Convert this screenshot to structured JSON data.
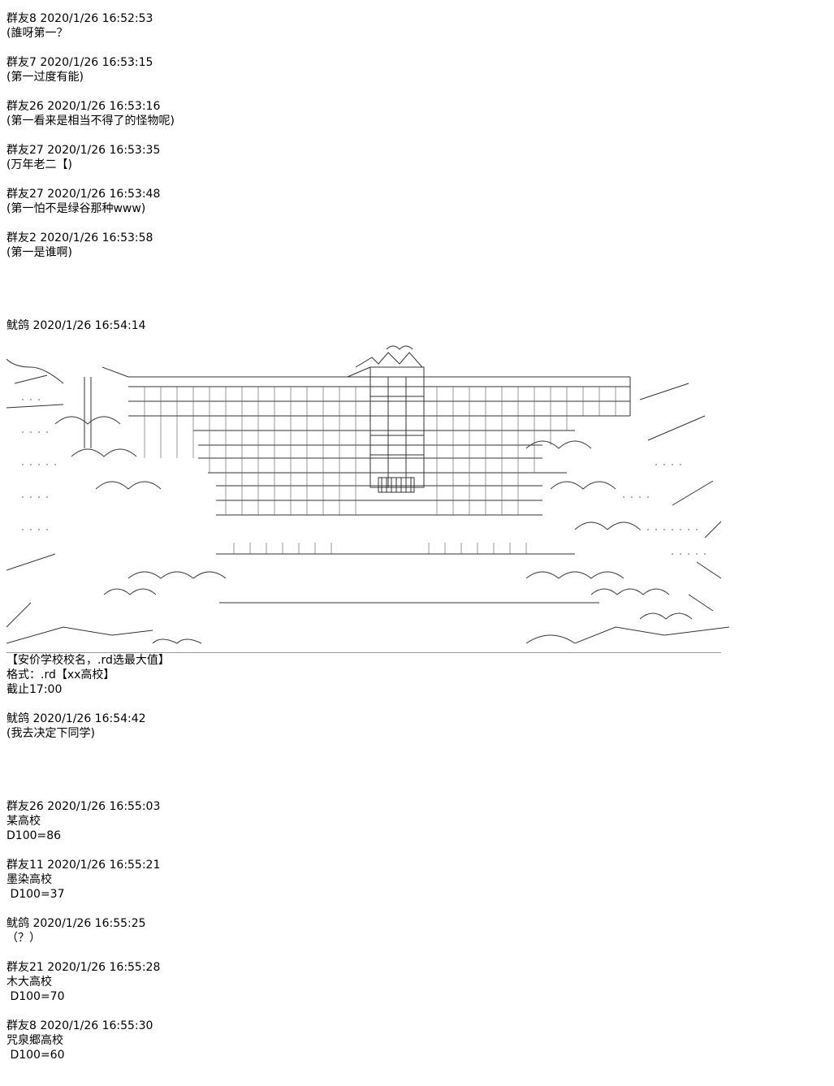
{
  "messages": [
    {
      "header": "群友8 2020/1/26 16:52:53",
      "lines": [
        "(誰呀第一？"
      ]
    },
    {
      "header": "群友7 2020/1/26 16:53:15",
      "lines": [
        "(第一过度有能)"
      ]
    },
    {
      "header": "群友26 2020/1/26 16:53:16",
      "lines": [
        "(第一看来是相当不得了的怪物呢)"
      ]
    },
    {
      "header": "群友27 2020/1/26 16:53:35",
      "lines": [
        "(万年老二【)"
      ]
    },
    {
      "header": "群友27 2020/1/26 16:53:48",
      "lines": [
        "(第一怕不是绿谷那种www)"
      ]
    },
    {
      "header": "群友2 2020/1/26 16:53:58",
      "lines": [
        "(第一是谁啊)"
      ]
    },
    {
      "header": "鱿鸽 2020/1/26 16:54:14",
      "lines": [
        "【安价学校校名，.rd选最大值】",
        "格式：.rd【xx高校】",
        "截止17:00"
      ],
      "art": "school-building-ascii-art"
    },
    {
      "header": "鱿鸽 2020/1/26 16:54:42",
      "lines": [
        "(我去决定下同学)"
      ]
    },
    {
      "header": "群友26 2020/1/26 16:55:03",
      "lines": [
        "某高校",
        "D100=86"
      ]
    },
    {
      "header": "群友11 2020/1/26 16:55:21",
      "lines": [
        "墨染高校",
        " D100=37"
      ]
    },
    {
      "header": "鱿鸽 2020/1/26 16:55:25",
      "lines": [
        "（？）"
      ]
    },
    {
      "header": "群友21 2020/1/26 16:55:28",
      "lines": [
        "木大高校",
        " D100=70"
      ]
    },
    {
      "header": "群友8 2020/1/26 16:55:30",
      "lines": [
        "咒泉郷高校",
        " D100=60"
      ]
    }
  ],
  "colors": {
    "background": "#ffffff",
    "text": "#000000",
    "art_stroke": "#333333"
  }
}
